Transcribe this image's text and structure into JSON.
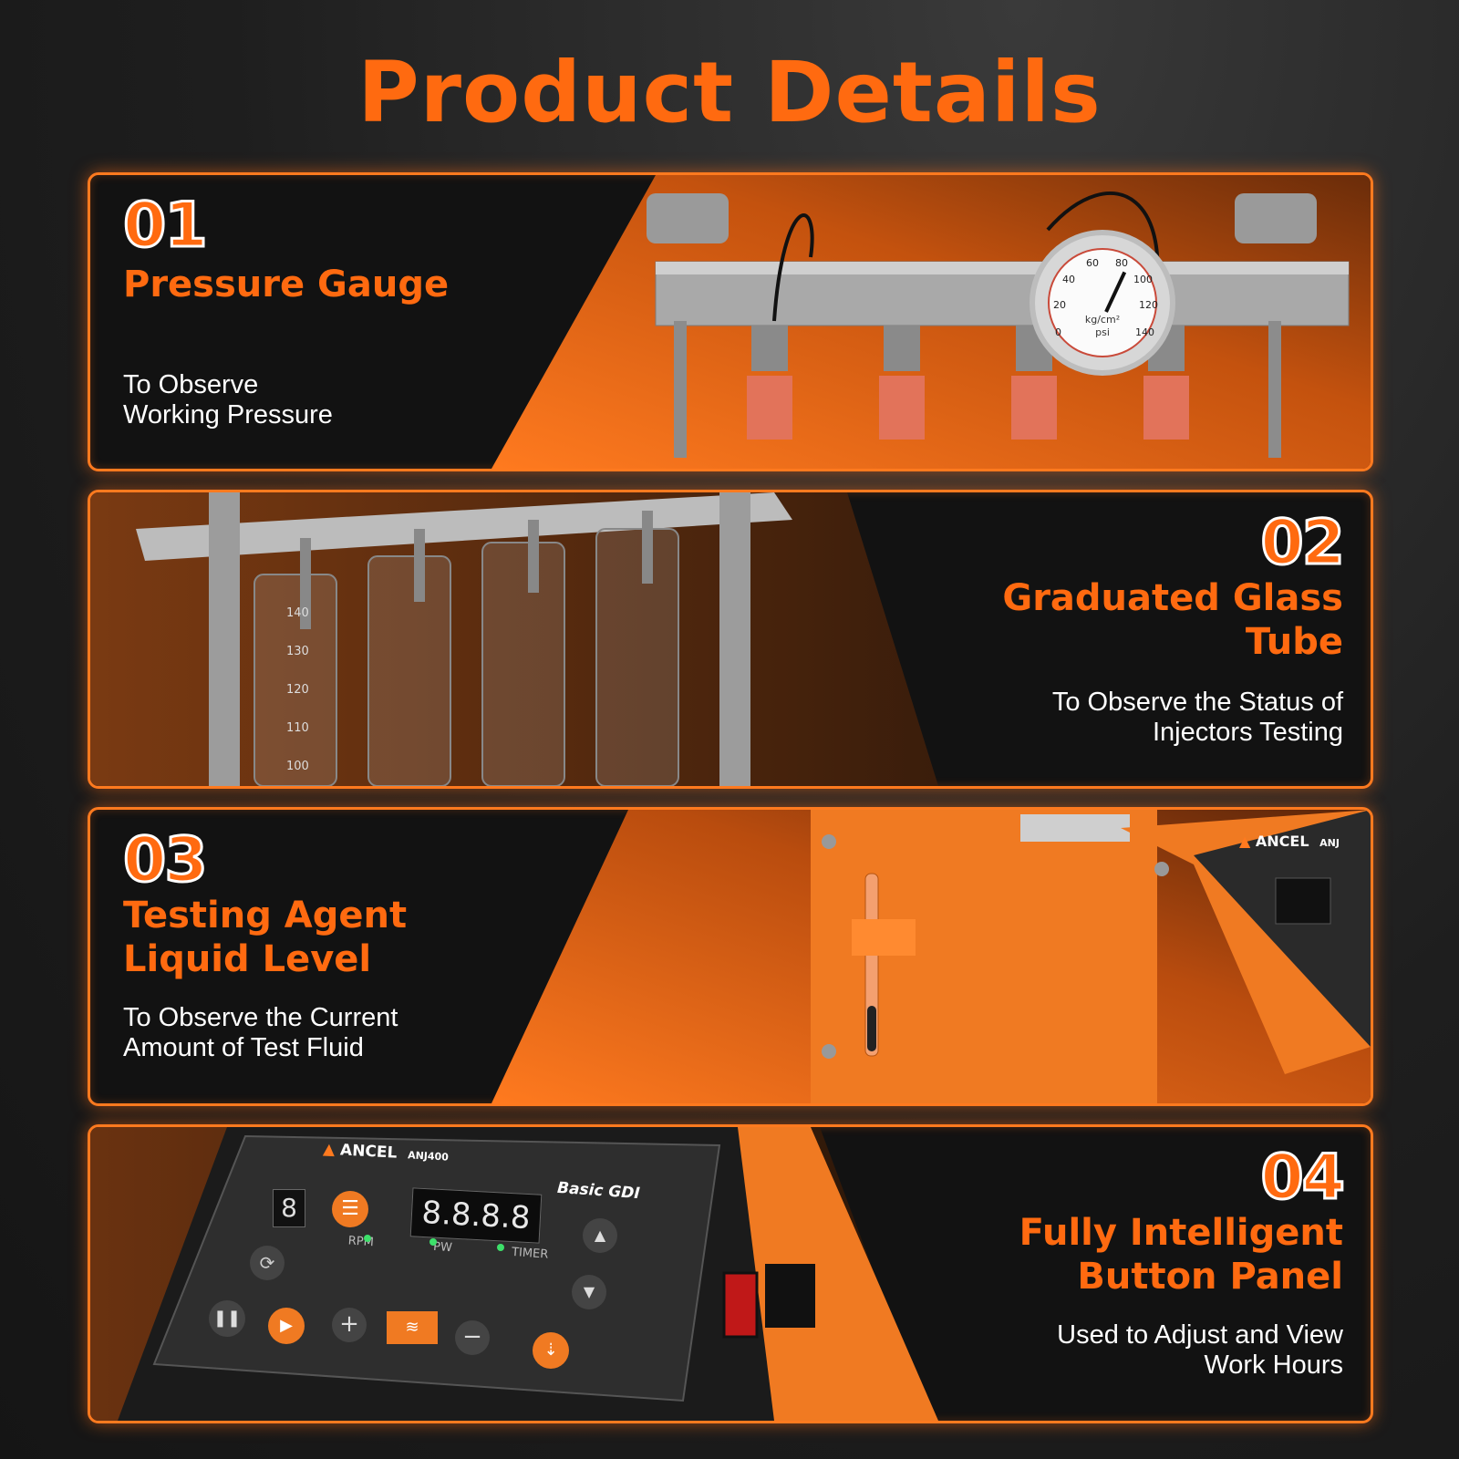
{
  "page": {
    "title": "Product Details"
  },
  "panels": [
    {
      "number": "01",
      "heading": "Pressure Gauge",
      "description": "To Observe\nWorking Pressure",
      "gauge": {
        "unit1": "kg/cm²",
        "unit2": "psi",
        "ticks": [
          "0",
          "20",
          "40",
          "60",
          "80",
          "100",
          "120",
          "140"
        ]
      }
    },
    {
      "number": "02",
      "heading": "Graduated Glass\nTube",
      "description": "To Observe the Status of\nInjectors Testing",
      "tube_scale": [
        "140",
        "130",
        "120",
        "110",
        "100"
      ]
    },
    {
      "number": "03",
      "heading": "Testing Agent\nLiquid  Level",
      "description": "To Observe the Current\nAmount of Test Fluid",
      "brand": "ANCEL",
      "model": "ANJ"
    },
    {
      "number": "04",
      "heading": "Fully Intelligent\nButton Panel",
      "description": "Used to Adjust and View\nWork Hours",
      "device": {
        "brand": "ANCEL",
        "model": "ANJ400",
        "label": "Basic GDI",
        "display": "8.8.8.8",
        "digit": "8",
        "indicators": [
          "RPM",
          "PW",
          "TIMER"
        ]
      }
    }
  ],
  "colors": {
    "accent": "#ff6a10",
    "panel_bg": "#121212",
    "device_orange": "#f07a22"
  }
}
